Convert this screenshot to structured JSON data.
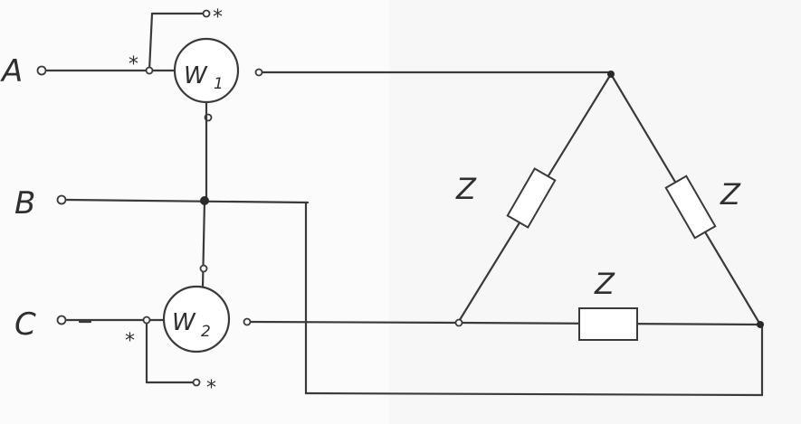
{
  "phases": {
    "a": "A",
    "b": "B",
    "c": "C"
  },
  "wattmeters": {
    "w1": {
      "letter": "W",
      "index": "1"
    },
    "w2": {
      "letter": "W",
      "index": "2"
    }
  },
  "loads": {
    "left": "Z",
    "right": "Z",
    "bottom": "Z"
  },
  "polarity_marker": "*"
}
